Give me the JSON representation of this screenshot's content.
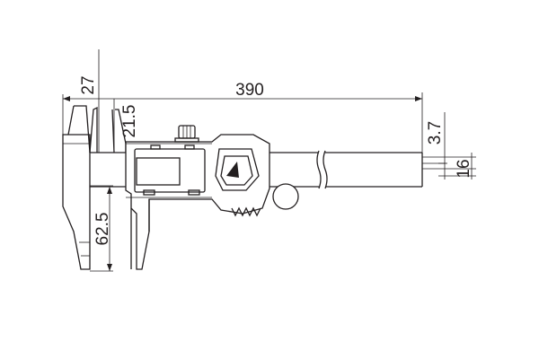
{
  "drawing": {
    "subject": "digital caliper dimension drawing",
    "dimensions": {
      "overall_length": "390",
      "inside_jaw_length": "27",
      "depth_bar_offset": "21.5",
      "outside_jaw_depth": "62.5",
      "beam_thickness": "3.7",
      "beam_width": "16"
    },
    "colors": {
      "line": "#231f20",
      "background": "#ffffff"
    }
  }
}
